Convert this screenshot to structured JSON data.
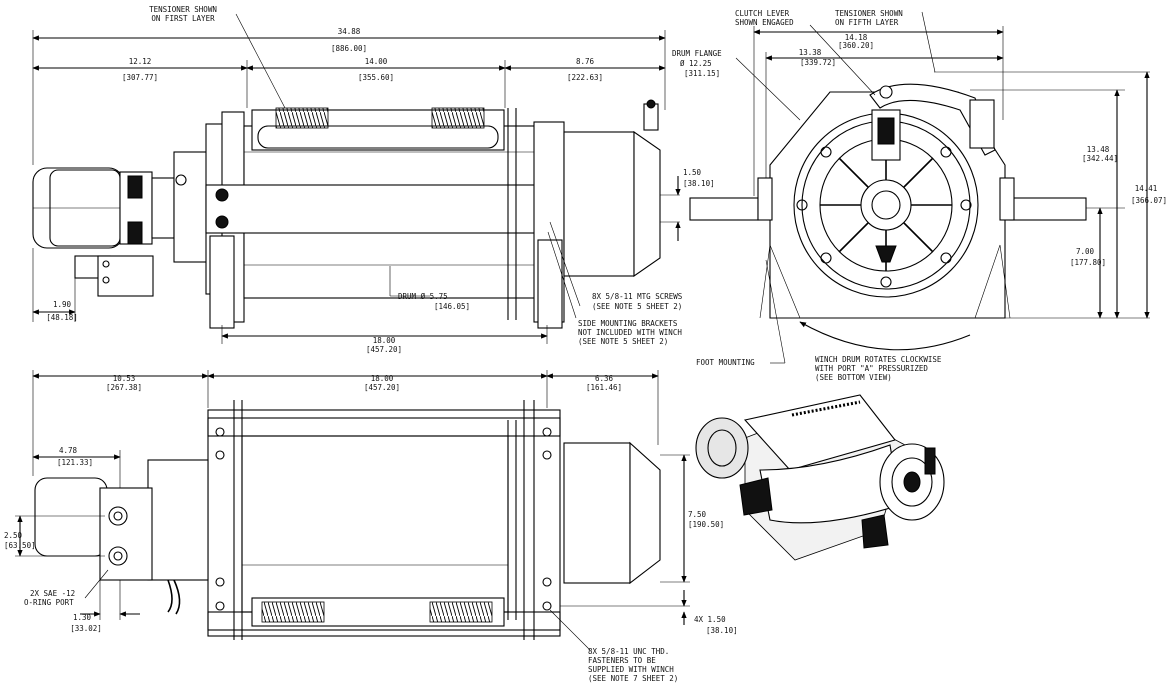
{
  "top_view_dims": {
    "overall": "34.88",
    "overall_mm": "[886.00]",
    "left": "12.12",
    "left_mm": "[307.77]",
    "drum_len": "14.00",
    "drum_len_mm": "[355.60]",
    "right": "8.76",
    "right_mm": "[222.63]",
    "base": "18.00",
    "base_mm": "[457.20]",
    "hole": "1.50",
    "hole_mm": "[38.10]",
    "motor": "1.90",
    "motor_mm": "[48.18]",
    "drum_dia": "DRUM Ø 5.75",
    "drum_dia_mm": "[146.05]"
  },
  "top_view_notes": {
    "tensioner_1": "TENSIONER SHOWN",
    "tensioner_2": "ON FIRST LAYER",
    "screws_1": "8X 5/8-11 MTG SCREWS",
    "screws_2": "(SEE NOTE 5 SHEET 2)",
    "brackets_1": "SIDE MOUNTING BRACKETS",
    "brackets_2": "NOT INCLUDED WITH WINCH",
    "brackets_3": "(SEE NOTE 5 SHEET 2)"
  },
  "end_view": {
    "clutch_1": "CLUTCH LEVER",
    "clutch_2": "SHOWN ENGAGED",
    "tens_1": "TENSIONER SHOWN",
    "tens_2": "ON FIFTH LAYER",
    "width": "14.18",
    "width_mm": "[360.20]",
    "flange_width": "13.38",
    "flange_width_mm": "[339.72]",
    "flange_1": "DRUM FLANGE",
    "flange_2": "Ø 12.25",
    "flange_3": "[311.15]",
    "h1": "13.48",
    "h1_mm": "[342.44]",
    "h2": "14.41",
    "h2_mm": "[366.07]",
    "h3": "7.00",
    "h3_mm": "[177.80]",
    "foot": "FOOT MOUNTING",
    "rot_1": "WINCH DRUM ROTATES CLOCKWISE",
    "rot_2": "WITH PORT \"A\" PRESSURIZED",
    "rot_3": "(SEE BOTTOM VIEW)"
  },
  "bottom_view": {
    "left": "10.53",
    "left_mm": "[267.38]",
    "base": "18.00",
    "base_mm": "[457.20]",
    "right": "6.36",
    "right_mm": "[161.46]",
    "port_x": "4.78",
    "port_x_mm": "[121.33]",
    "port_gap": "2.50",
    "port_gap_mm": "[63.50]",
    "oring_1": "2X SAE -12",
    "oring_2": "O-RING PORT",
    "motor": "1.30",
    "motor_mm": "[33.02]",
    "hole_space": "7.50",
    "hole_space_mm": "[190.50]",
    "hole": "4X 1.50",
    "hole_mm": "[38.10]",
    "fast_1": "8X 5/8-11 UNC THD.",
    "fast_2": "FASTENERS TO BE",
    "fast_3": "SUPPLIED WITH WINCH",
    "fast_4": "(SEE NOTE 7 SHEET 2)"
  }
}
